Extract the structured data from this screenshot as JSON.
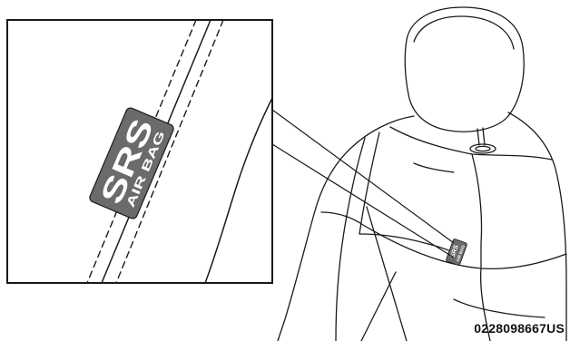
{
  "figure": {
    "label_line1": "SRS",
    "label_line2": "AIR BAG",
    "small_label_line1": "SRS",
    "small_label_line2": "AIR BAG",
    "figure_code": "0228098667US"
  },
  "colors": {
    "line": "#1a1a1a",
    "label_fill": "#6b6b6b",
    "label_text": "#ffffff",
    "background": "#ffffff"
  }
}
